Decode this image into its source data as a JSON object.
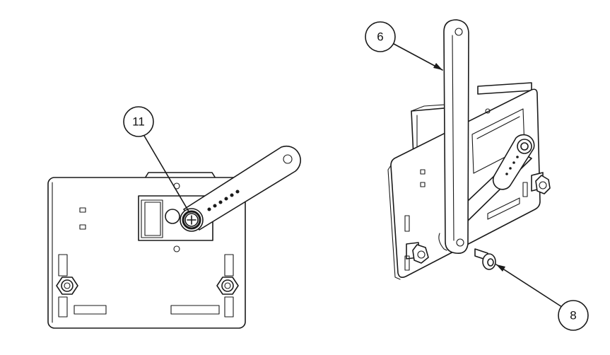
{
  "callouts": {
    "left_servo_horn": {
      "label": "11"
    },
    "right_arm": {
      "label": "6"
    },
    "right_screw": {
      "label": "8"
    }
  },
  "colors": {
    "ink": "#1a1a1a",
    "paper": "#ffffff"
  }
}
